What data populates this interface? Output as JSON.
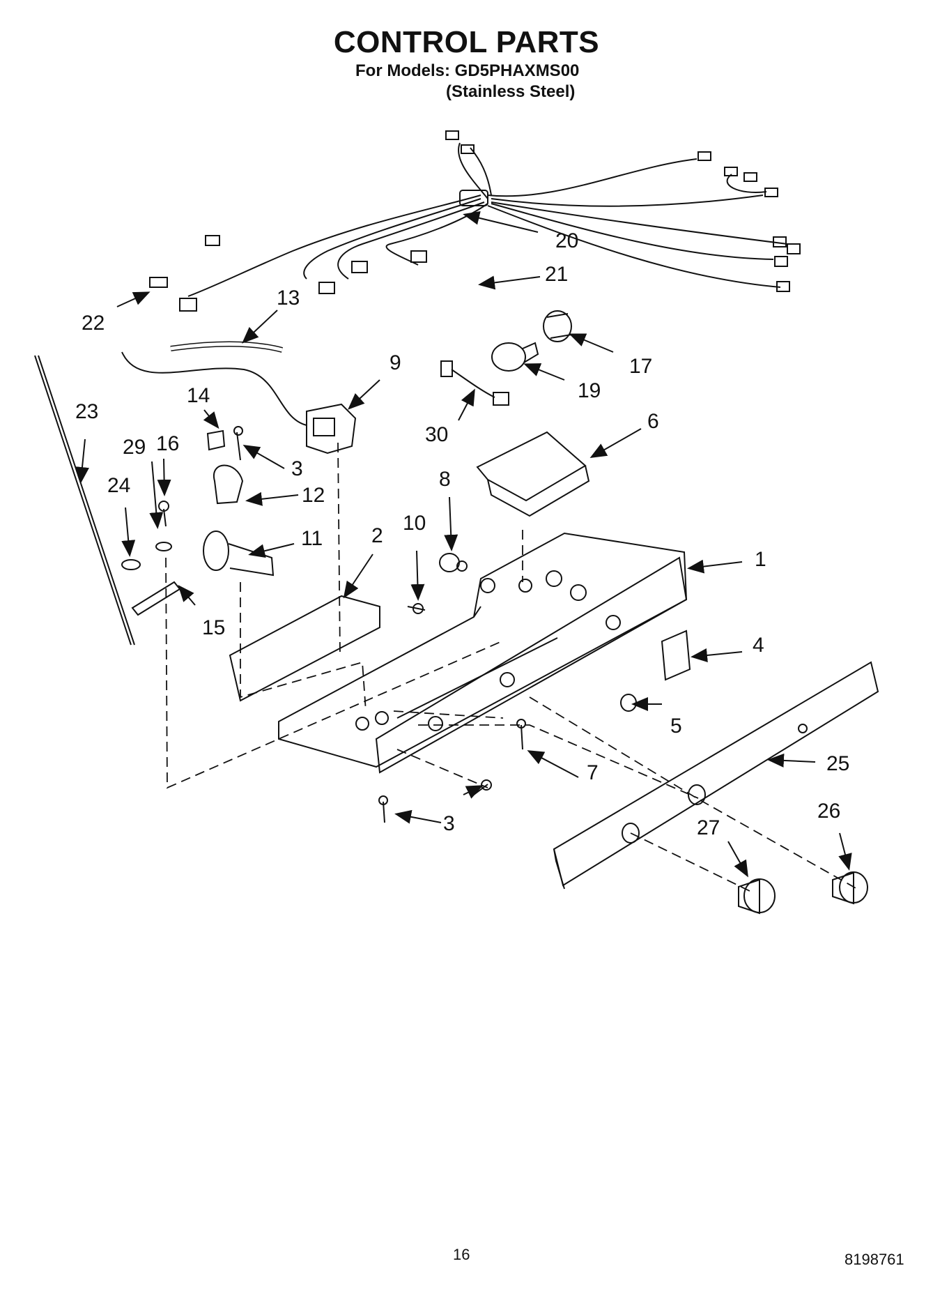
{
  "header": {
    "title": "CONTROL PARTS",
    "models_line": "For Models: GD5PHAXMS00",
    "finish_line": "(Stainless Steel)"
  },
  "callouts": [
    "1",
    "2",
    "3",
    "3",
    "4",
    "5",
    "6",
    "7",
    "8",
    "9",
    "10",
    "11",
    "12",
    "13",
    "14",
    "15",
    "16",
    "17",
    "19",
    "20",
    "21",
    "22",
    "23",
    "24",
    "25",
    "26",
    "27",
    "29",
    "30"
  ],
  "footer": {
    "page_number": "16",
    "doc_number": "8198761"
  }
}
